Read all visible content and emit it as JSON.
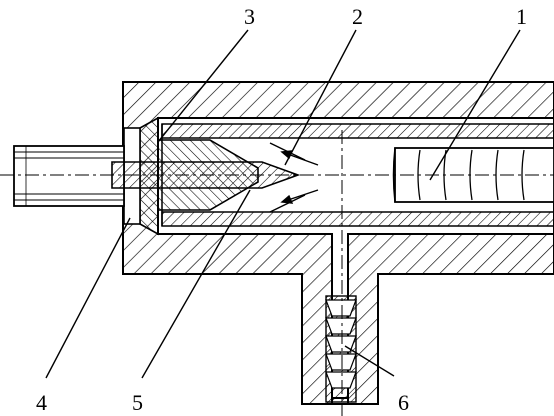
{
  "diagram": {
    "labels": {
      "l1": "1",
      "l2": "2",
      "l3": "3",
      "l4": "4",
      "l5": "5",
      "l6": "6"
    }
  }
}
